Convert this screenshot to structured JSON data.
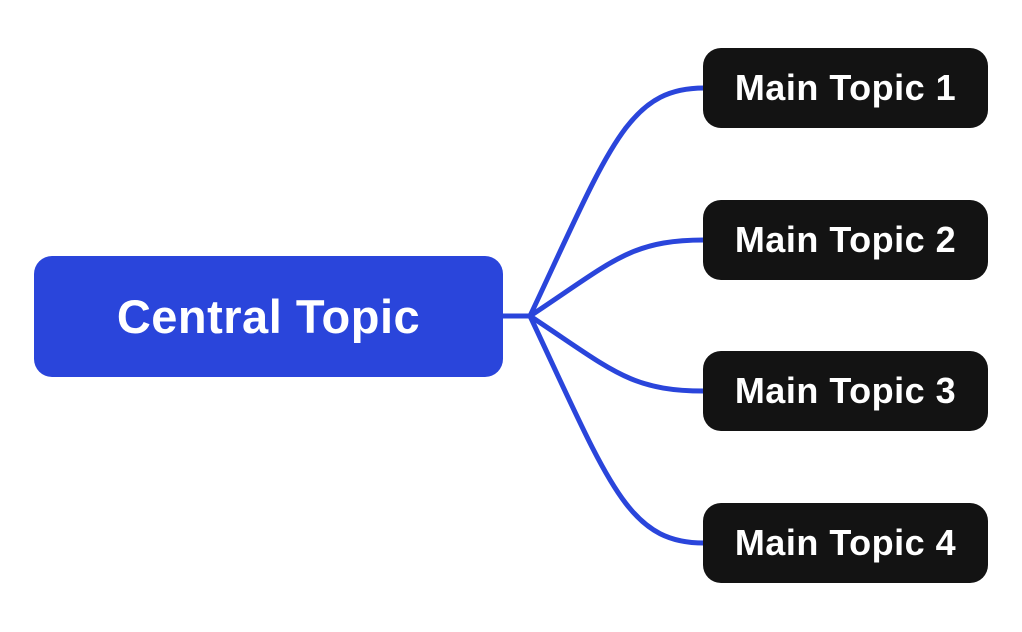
{
  "diagram": {
    "type": "mindmap",
    "central": {
      "label": "Central Topic"
    },
    "main_topics": [
      {
        "label": "Main Topic 1"
      },
      {
        "label": "Main Topic 2"
      },
      {
        "label": "Main Topic 3"
      },
      {
        "label": "Main Topic 4"
      }
    ],
    "colors": {
      "canvas_bg": "#ffffff",
      "central_bg": "#2a45db",
      "central_text": "#ffffff",
      "main_bg": "#131313",
      "main_text": "#ffffff",
      "connector": "#2a45db"
    }
  }
}
